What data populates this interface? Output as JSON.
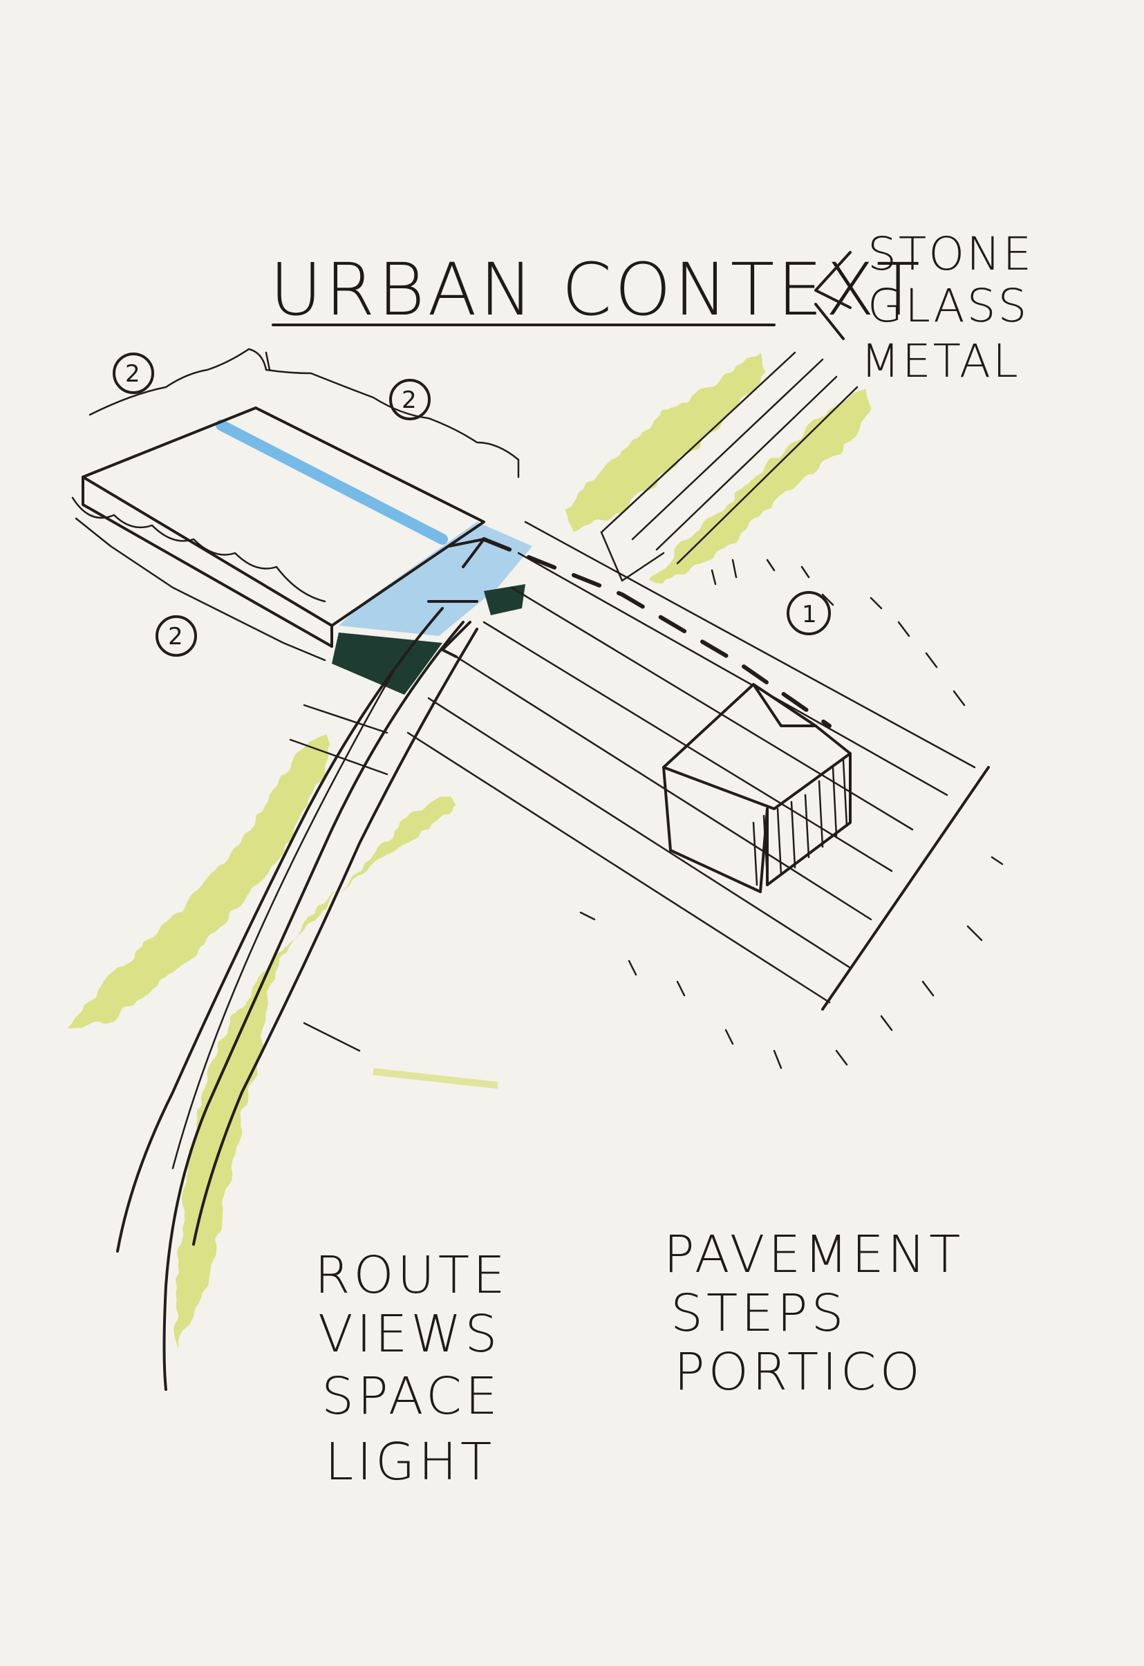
{
  "title": "URBAN CONTEXT",
  "materials": [
    "STONE",
    "GLASS",
    "METAL"
  ],
  "markers": {
    "one": "1",
    "two": "2"
  },
  "list_left": [
    "ROUTE",
    "VIEWS",
    "SPACE",
    "LIGHT"
  ],
  "list_right": [
    "PAVEMENT",
    "STEPS",
    "PORTICO"
  ],
  "colors": {
    "paper": "#f4f2ec",
    "ink": "#221d1b",
    "highlight_yellow": "#d8e07a",
    "highlight_blue": "#8ec5ea",
    "dark_green": "#1f3c33"
  }
}
